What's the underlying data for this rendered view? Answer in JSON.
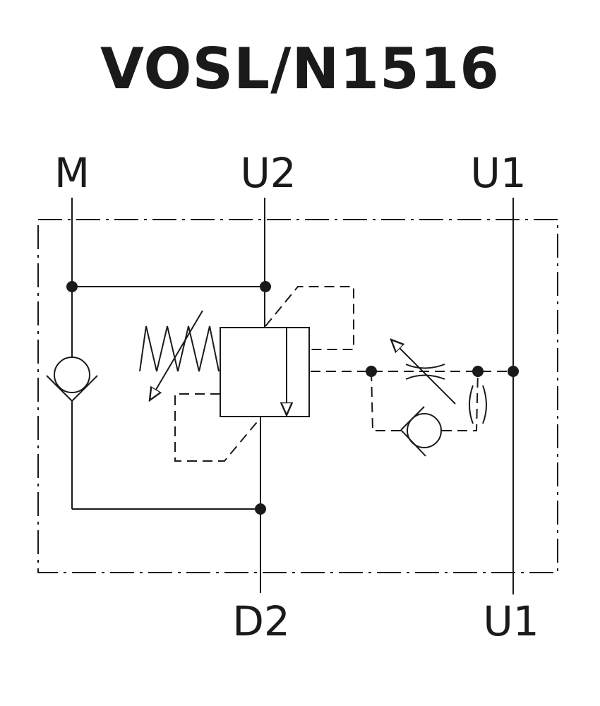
{
  "title": "VOSL/N1516",
  "ports": {
    "m": "M",
    "u2_top": "U2",
    "u1_top": "U1",
    "d2": "D2",
    "u1_bottom": "U1"
  },
  "colors": {
    "ink": "#1a1a1a",
    "background": "#ffffff"
  }
}
